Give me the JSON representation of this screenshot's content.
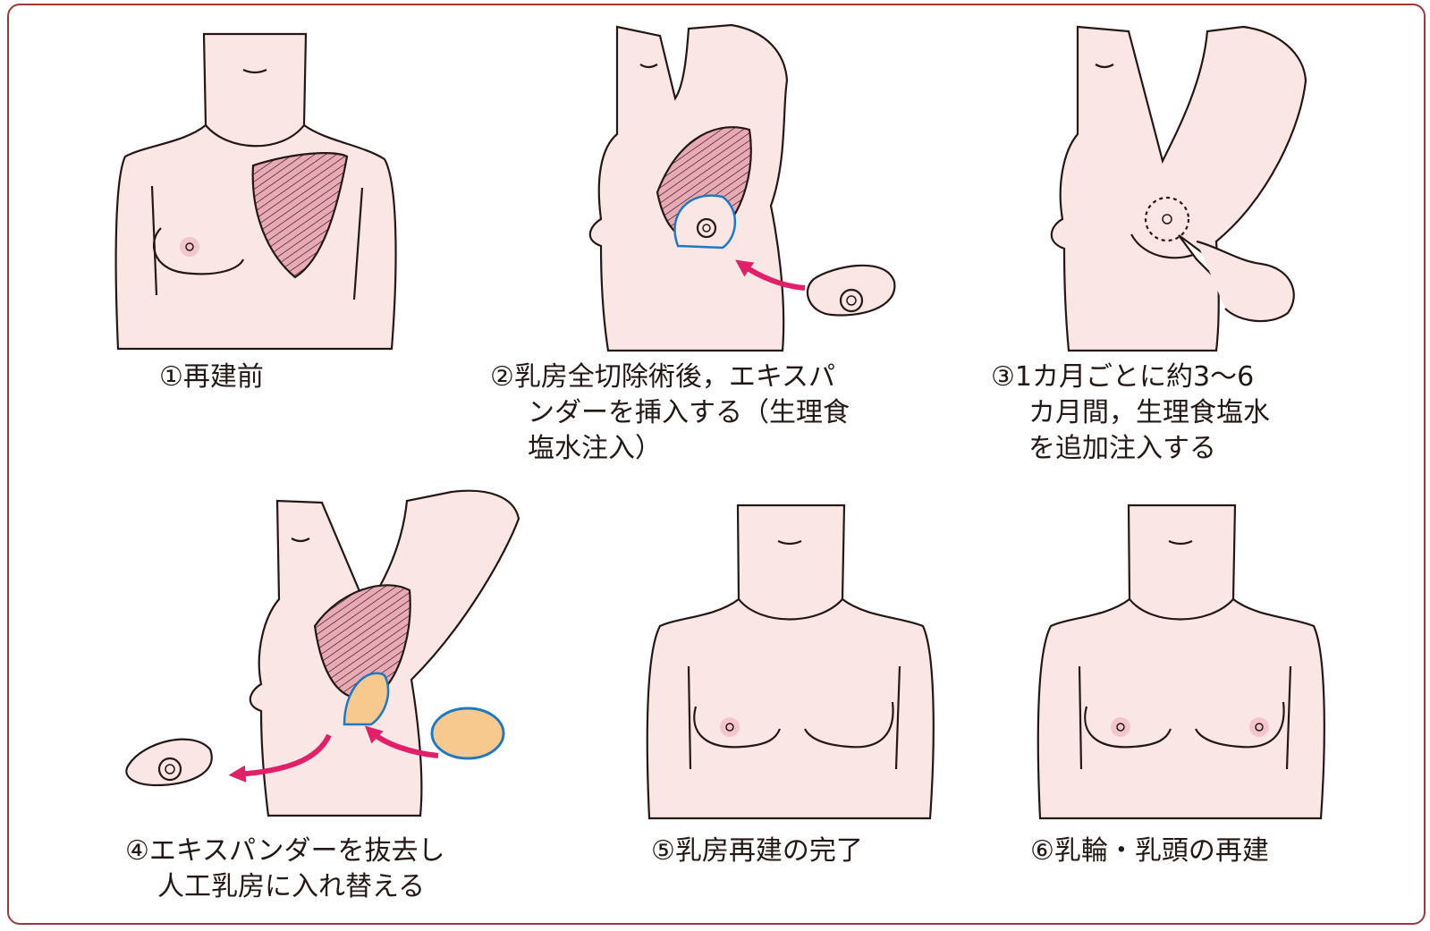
{
  "colors": {
    "frame": "#9b3a3a",
    "skin": "#fbe6e6",
    "muscle": "#e9a9b5",
    "expander_outline": "#1f79c0",
    "implant_fill": "#f8c98e",
    "arrow": "#e0216a",
    "line": "#231815"
  },
  "steps": [
    {
      "label_lines": [
        "①再建前"
      ]
    },
    {
      "label_lines": [
        "②乳房全切除術後，エキスパ",
        "ンダーを挿入する（生理食",
        "塩水注入）"
      ]
    },
    {
      "label_lines": [
        "③1カ月ごとに約3～6",
        "カ月間，生理食塩水",
        "を追加注入する"
      ]
    },
    {
      "label_lines": [
        "④エキスパンダーを抜去し",
        "人工乳房に入れ替える"
      ]
    },
    {
      "label_lines": [
        "⑤乳房再建の完了"
      ]
    },
    {
      "label_lines": [
        "⑥乳輪・乳頭の再建"
      ]
    }
  ]
}
